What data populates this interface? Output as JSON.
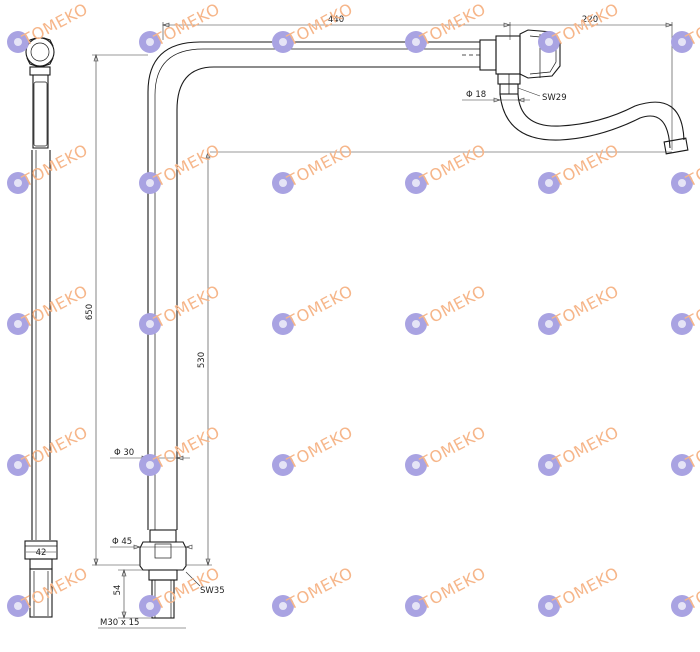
{
  "watermark": {
    "text": "TOMEKO"
  },
  "dimensions": {
    "spout_reach": "440",
    "spout_extension": "220",
    "height_total": "650",
    "height_spout": "530",
    "pipe_diameter": "Φ 30",
    "base_diameter": "Φ 45",
    "connector_diameter": "Φ 18",
    "wrench_valve": "SW29",
    "wrench_base": "SW35",
    "side_width": "42",
    "thread_length": "54",
    "thread_spec": "M30 x 15"
  },
  "colors": {
    "line": "#1a1a1a",
    "watermark_logo": "#a9a3e2",
    "watermark_text": "#f6b68a"
  }
}
